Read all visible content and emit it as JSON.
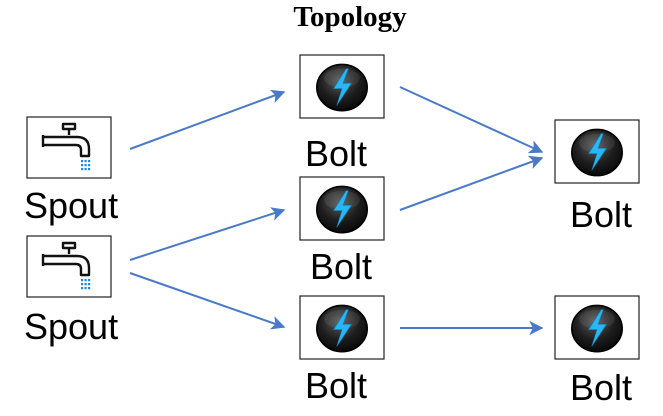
{
  "title": "Topology",
  "nodes": {
    "spout1": {
      "label": "Spout",
      "icon": "faucet-icon"
    },
    "spout2": {
      "label": "Spout",
      "icon": "faucet-icon"
    },
    "bolt1": {
      "label": "Bolt",
      "icon": "lightning-bolt-icon"
    },
    "bolt2": {
      "label": "Bolt",
      "icon": "lightning-bolt-icon"
    },
    "bolt3": {
      "label": "Bolt",
      "icon": "lightning-bolt-icon"
    },
    "bolt4": {
      "label": "Bolt",
      "icon": "lightning-bolt-icon"
    },
    "bolt5": {
      "label": "Bolt",
      "icon": "lightning-bolt-icon"
    }
  },
  "edges": [
    [
      "spout1",
      "bolt1"
    ],
    [
      "spout2",
      "bolt2"
    ],
    [
      "spout2",
      "bolt3"
    ],
    [
      "bolt1",
      "bolt4"
    ],
    [
      "bolt2",
      "bolt4"
    ],
    [
      "bolt3",
      "bolt5"
    ]
  ],
  "colors": {
    "edge": "#4a7ac7",
    "bolt_glyph": "#29b6f6",
    "bolt_disc": "#1b1b1b",
    "spout_drops": "#1e88e5"
  }
}
